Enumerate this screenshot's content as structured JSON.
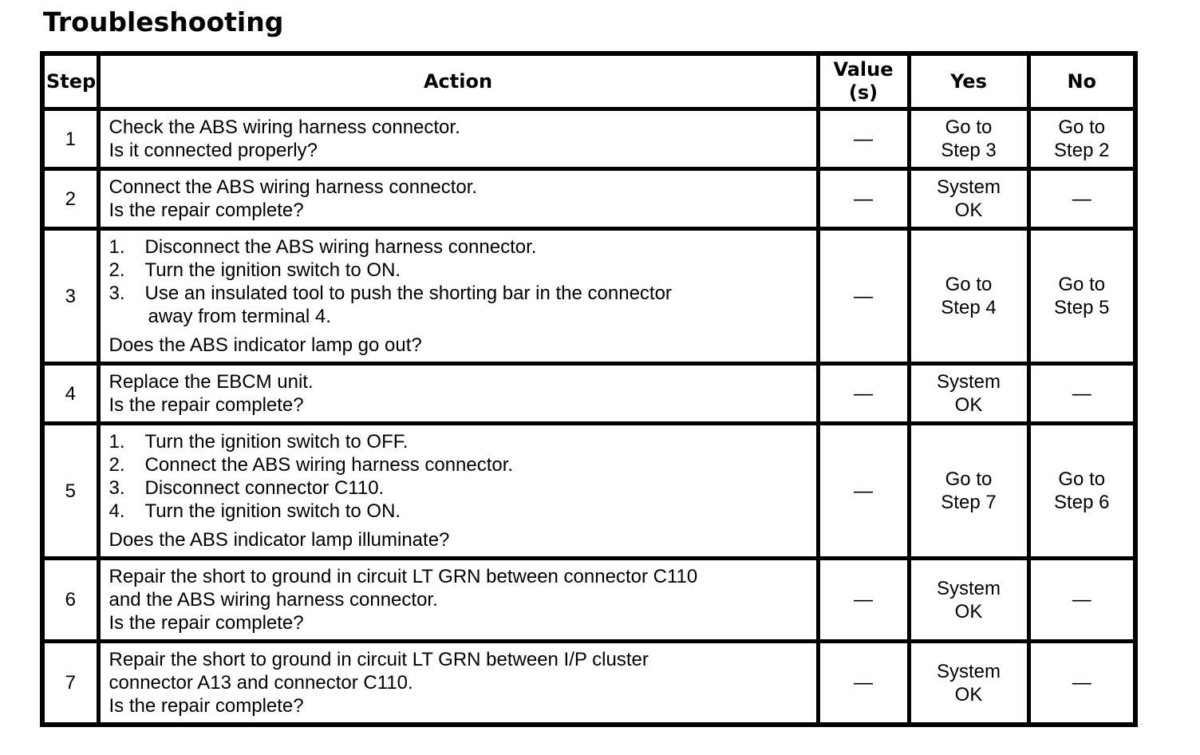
{
  "page": {
    "title": "Troubleshooting"
  },
  "colors": {
    "text": "#000000",
    "background": "#ffffff",
    "border": "#000000"
  },
  "table": {
    "headers": {
      "step": "Step",
      "action": "Action",
      "value": "Value (s)",
      "yes": "Yes",
      "no": "No"
    },
    "rows": [
      {
        "step": "1",
        "action": {
          "lines": [
            "Check the ABS wiring harness connector."
          ],
          "question": "Is it connected properly?"
        },
        "value_lines": [
          "—"
        ],
        "yes_lines": [
          "Go to",
          "Step 3"
        ],
        "no_lines": [
          "Go to",
          "Step 2"
        ]
      },
      {
        "step": "2",
        "action": {
          "lines": [
            "Connect the ABS wiring harness connector."
          ],
          "question": "Is the repair complete?"
        },
        "value_lines": [
          "—"
        ],
        "yes_lines": [
          "System",
          "OK"
        ],
        "no_lines": [
          "—"
        ]
      },
      {
        "step": "3",
        "action": {
          "items": [
            {
              "num": "1.",
              "lines": [
                "Disconnect the ABS wiring harness connector."
              ]
            },
            {
              "num": "2.",
              "lines": [
                "Turn the ignition switch to ON."
              ]
            },
            {
              "num": "3.",
              "lines": [
                "Use an insulated tool to push the shorting bar in the connector",
                "away from terminal 4."
              ]
            }
          ],
          "question": "Does the ABS indicator lamp go out?"
        },
        "value_lines": [
          "—"
        ],
        "yes_lines": [
          "Go to",
          "Step 4"
        ],
        "no_lines": [
          "Go to",
          "Step 5"
        ]
      },
      {
        "step": "4",
        "action": {
          "lines": [
            "Replace the EBCM unit."
          ],
          "question": "Is the repair complete?"
        },
        "value_lines": [
          "—"
        ],
        "yes_lines": [
          "System",
          "OK"
        ],
        "no_lines": [
          "—"
        ]
      },
      {
        "step": "5",
        "action": {
          "items": [
            {
              "num": "1.",
              "lines": [
                "Turn the ignition switch to OFF."
              ]
            },
            {
              "num": "2.",
              "lines": [
                "Connect the ABS wiring harness connector."
              ]
            },
            {
              "num": "3.",
              "lines": [
                "Disconnect connector C110."
              ]
            },
            {
              "num": "4.",
              "lines": [
                "Turn the ignition switch to ON."
              ]
            }
          ],
          "question": "Does the ABS indicator lamp illuminate?"
        },
        "value_lines": [
          "—"
        ],
        "yes_lines": [
          "Go to",
          "Step 7"
        ],
        "no_lines": [
          "Go to",
          "Step 6"
        ]
      },
      {
        "step": "6",
        "action": {
          "lines": [
            "Repair the short to ground in circuit LT GRN between connector C110",
            "and the ABS wiring harness connector."
          ],
          "question": "Is the repair complete?"
        },
        "value_lines": [
          "—"
        ],
        "yes_lines": [
          "System",
          "OK"
        ],
        "no_lines": [
          "—"
        ]
      },
      {
        "step": "7",
        "action": {
          "lines": [
            "Repair the short to ground in circuit LT GRN between I/P cluster",
            "connector A13 and connector C110."
          ],
          "question": "Is the repair complete?"
        },
        "value_lines": [
          "—"
        ],
        "yes_lines": [
          "System",
          "OK"
        ],
        "no_lines": [
          "—"
        ]
      }
    ]
  }
}
